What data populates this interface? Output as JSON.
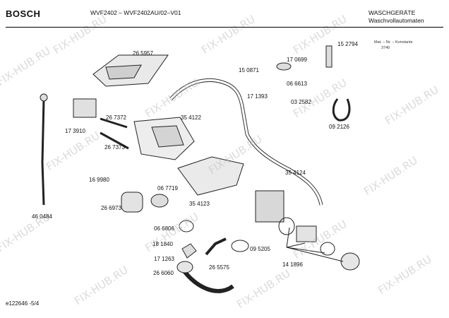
{
  "header": {
    "brand": "BOSCH",
    "model": "WVF2402 – WVF2402AU/02–V01",
    "category_line1": "WASCHGERÄTE",
    "category_line2": "Waschvollautomaten",
    "info_line1": "Mat. – Nr. – Konstante",
    "info_line2": "3740"
  },
  "footer": {
    "doc_id": "e122646 -5/4"
  },
  "watermark": "FIX-HUB.RU",
  "part_labels": [
    "26 5957",
    "17 0699",
    "15 2794",
    "15 0871",
    "06 6613",
    "17 1393",
    "03 2582",
    "09 2126",
    "26 7372",
    "35 4122",
    "17 3910",
    "26 7373",
    "16 9980",
    "35 4124",
    "46 0484",
    "06 7719",
    "26 6973",
    "35 4123",
    "06 6806",
    "18 1840",
    "09 5205",
    "17 1263",
    "26 5575",
    "14 1896",
    "26 6060"
  ]
}
